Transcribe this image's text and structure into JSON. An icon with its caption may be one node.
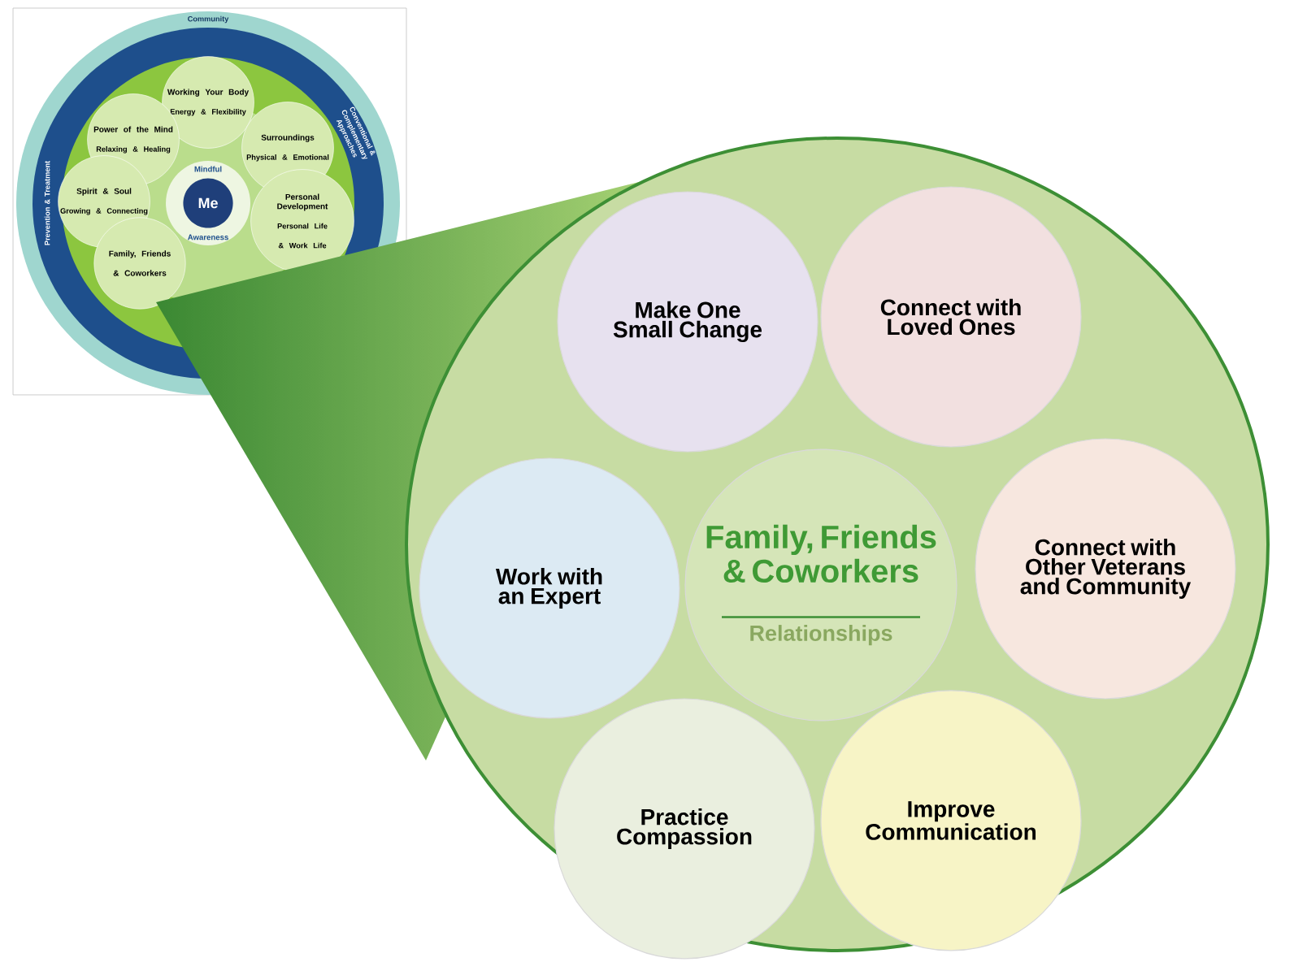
{
  "diagram": {
    "nodes": [
      {
        "text": [
          "Me"
        ]
      },
      {
        "text": [
          "Working Your Body",
          "Energy & Flexibility"
        ]
      },
      {
        "text": [
          "Surroundings",
          "Physical & Emotional"
        ]
      },
      {
        "text": [
          "Power of the Mind",
          "Relaxing & Healing"
        ]
      },
      {
        "text": [
          "Personal Development",
          "Personal Life & Work Life"
        ]
      },
      {
        "text": [
          "Spirit & Soul",
          "Growing & Connecting"
        ]
      },
      {
        "text": [
          "Family, Friends & Coworkers"
        ]
      },
      {
        "text": [],
        "shape": "circle"
      },
      {
        "text": [
          "Make One Small Change"
        ],
        "in": 7
      },
      {
        "text": [
          "Connect with Loved Ones"
        ],
        "in": 7
      },
      {
        "text": [
          "Work with an Expert"
        ],
        "in": 7
      },
      {
        "text": [
          "Family, Friends & Coworkers",
          "Relationships"
        ],
        "in": 7
      },
      {
        "text": [
          "Connect with Other Veterans and Community"
        ],
        "in": 7
      },
      {
        "text": [
          "Practice Compassion"
        ],
        "in": 7
      },
      {
        "text": [
          "Improve Communication"
        ],
        "in": 7
      }
    ],
    "labels": [
      "Community",
      "Prevention & Treatment",
      "Conventional & Complementary Approaches",
      "Mindful",
      "Awareness"
    ]
  }
}
